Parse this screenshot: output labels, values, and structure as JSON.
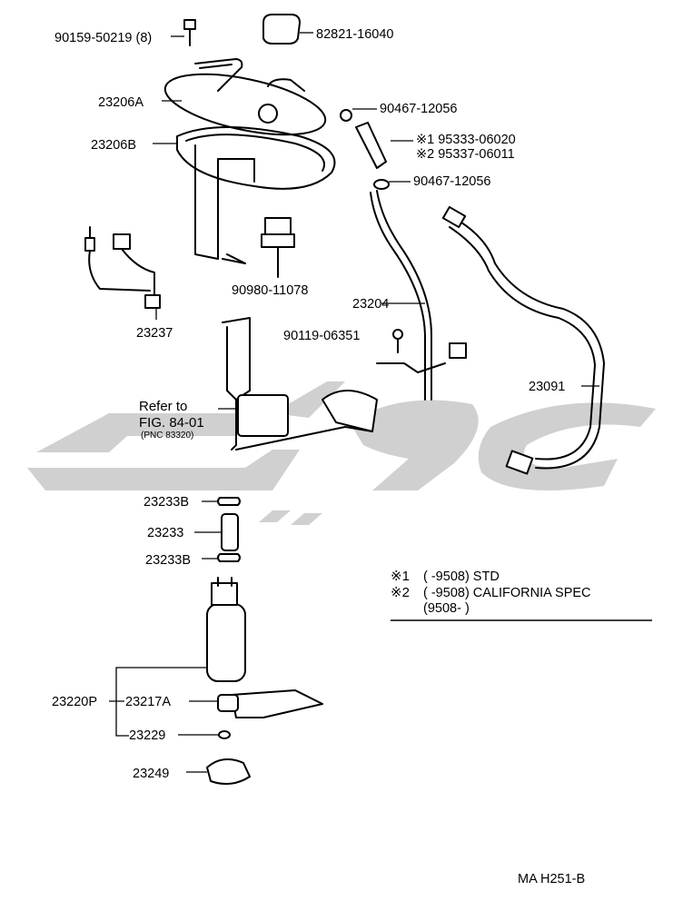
{
  "labels": {
    "bolt_90159": "90159-50219 (8)",
    "cap_82821": "82821-16040",
    "plate_23206A": "23206A",
    "gasket_23206B": "23206B",
    "clip_90467_top": "90467-12056",
    "hose_note1": "※1 95333-06020",
    "hose_note2": "※2 95337-06011",
    "clip_90467_bottom": "90467-12056",
    "sensor_90980": "90980-11078",
    "wire_23237": "23237",
    "tube_23204": "23204",
    "screw_90119": "90119-06351",
    "hose_23091": "23091",
    "refer_line1": "Refer to",
    "refer_line2": "FIG. 84-01",
    "refer_line3": "(PNC 83320)",
    "clamp_23233B_top": "23233B",
    "tube_23233": "23233",
    "clamp_23233B_bottom": "23233B",
    "pump_23220P": "23220P",
    "filter_23217A": "23217A",
    "ring_23229": "23229",
    "cushion_23249": "23249",
    "figure_code": "MA  H251-B"
  },
  "notes": {
    "note1_mark": "※1",
    "note1_text": "(        -9508) STD",
    "note2_mark": "※2",
    "note2_text": "(        -9508) CALIFORNIA  SPEC",
    "note3_text": "(9508-          )"
  },
  "colors": {
    "line": "#000000",
    "watermark": "#c8c8c8",
    "background": "#ffffff"
  }
}
